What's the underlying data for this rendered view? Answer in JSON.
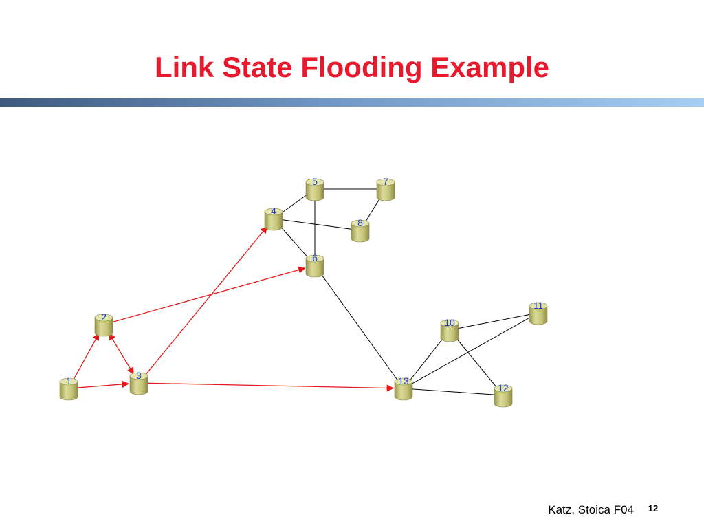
{
  "slide": {
    "title": "Link State Flooding Example",
    "author": "Katz, Stoica F04",
    "page_number": "12"
  },
  "colors": {
    "title": "#e8192c",
    "flood_edge": "#e51b1b",
    "link_edge": "#000000",
    "node_fill": "#c9c77b",
    "node_label": "#1a3fd6"
  },
  "diagram": {
    "nodes": [
      {
        "id": "1",
        "label": "1",
        "icon": "router-cylinder-icon"
      },
      {
        "id": "2",
        "label": "2",
        "icon": "router-cylinder-icon"
      },
      {
        "id": "3",
        "label": "3",
        "icon": "router-cylinder-icon"
      },
      {
        "id": "4",
        "label": "4",
        "icon": "router-cylinder-icon"
      },
      {
        "id": "5",
        "label": "5",
        "icon": "router-cylinder-icon"
      },
      {
        "id": "6",
        "label": "6",
        "icon": "router-cylinder-icon"
      },
      {
        "id": "7",
        "label": "7",
        "icon": "router-cylinder-icon"
      },
      {
        "id": "8",
        "label": "8",
        "icon": "router-cylinder-icon"
      },
      {
        "id": "10",
        "label": "10",
        "icon": "router-cylinder-icon"
      },
      {
        "id": "11",
        "label": "11",
        "icon": "router-cylinder-icon"
      },
      {
        "id": "12",
        "label": "12",
        "icon": "router-cylinder-icon"
      },
      {
        "id": "13",
        "label": "13",
        "icon": "router-cylinder-icon"
      }
    ],
    "links": [
      {
        "from": "5",
        "to": "7"
      },
      {
        "from": "5",
        "to": "4"
      },
      {
        "from": "5",
        "to": "6"
      },
      {
        "from": "7",
        "to": "8"
      },
      {
        "from": "4",
        "to": "8"
      },
      {
        "from": "4",
        "to": "6"
      },
      {
        "from": "6",
        "to": "13"
      },
      {
        "from": "10",
        "to": "11"
      },
      {
        "from": "10",
        "to": "13"
      },
      {
        "from": "10",
        "to": "12"
      },
      {
        "from": "11",
        "to": "13"
      },
      {
        "from": "13",
        "to": "12"
      }
    ],
    "flood_messages": [
      {
        "from": "1",
        "to": "2"
      },
      {
        "from": "1",
        "to": "3"
      },
      {
        "from": "2",
        "to": "3",
        "bidirectional": true
      },
      {
        "from": "2",
        "to": "6"
      },
      {
        "from": "3",
        "to": "4"
      },
      {
        "from": "3",
        "to": "13"
      }
    ]
  }
}
